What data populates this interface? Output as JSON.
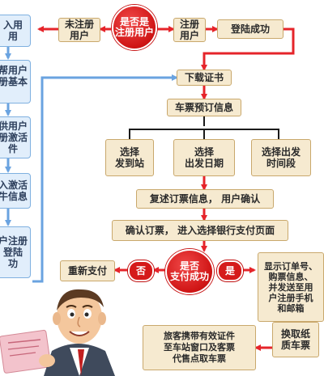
{
  "colors": {
    "arrow": "#e5242a",
    "beige_box": "#f6ead0",
    "beige_border": "#c9a86c",
    "blue_box": "#e1eefb",
    "blue_border": "#7fb0e0",
    "decision": "#d51a1a",
    "blue_connector": "#6aa3e0"
  },
  "left_column": [
    "入用\n用",
    "帮用户\n册基本\n\n",
    "供用户\n册激活\n件",
    "入激活\n牛信息",
    "户注册\n登陆\n功"
  ],
  "top": {
    "decision_registered": "是否是\n注册用户",
    "unregistered_user": "未注册\n用户",
    "registered_user": "注册\n用户",
    "login_success": "登陆成功"
  },
  "steps": {
    "download_cert": "下载证书",
    "ticket_booking_info": "车票预订信息",
    "select_station": "选择\n发到站",
    "select_date": "选择\n出发日期",
    "select_time": "选择出发\n时间段",
    "review_order": "复述订票信息， 用户确认",
    "confirm_order": "确认订票， 进入选择银行支付页面"
  },
  "payment": {
    "decision_paid": "是否\n支付成功",
    "no_label": "否",
    "yes_label": "是",
    "repay": "重新支付",
    "show_order": "显示订单号、\n购票信息、\n并发送至用\n户注册手机\n和邮箱",
    "exchange_ticket": "换取纸\n质车票",
    "pickup_info": "旅客携带有效证件\n至车站窗口及客票\n代售点取车票"
  },
  "illustration": {
    "character": "cartoon-businessman-icon",
    "ticket": "train-ticket-icon"
  }
}
